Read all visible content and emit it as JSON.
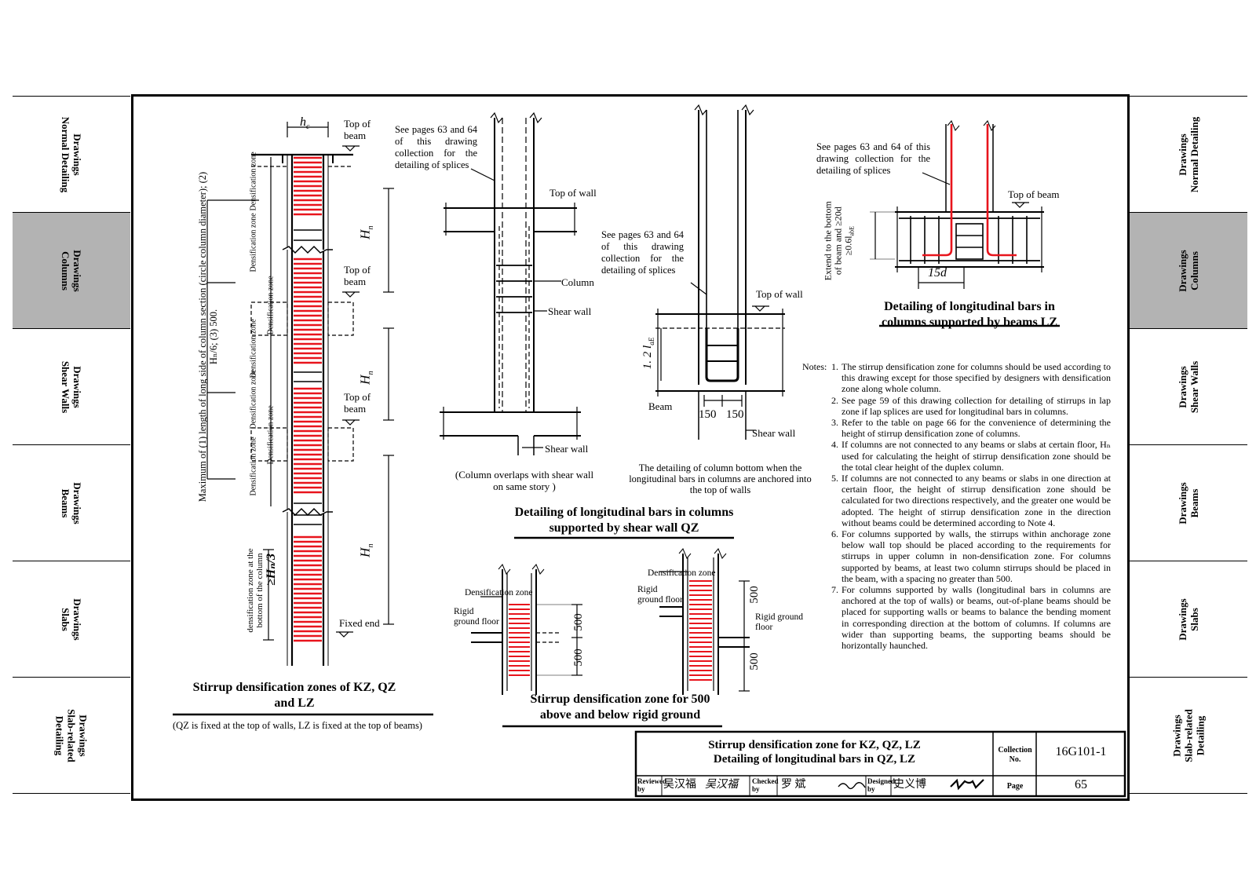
{
  "tabs": [
    {
      "line1": "Drawings",
      "line2": "Normal Detailing",
      "line3": ""
    },
    {
      "line1": "Drawings",
      "line2": "Columns",
      "line3": ""
    },
    {
      "line1": "Drawings",
      "line2": "Shear Walls",
      "line3": ""
    },
    {
      "line1": "Drawings",
      "line2": "Beams",
      "line3": ""
    },
    {
      "line1": "Drawings",
      "line2": "Slabs",
      "line3": ""
    },
    {
      "line1": "Drawings",
      "line2": "Slab-related",
      "line3": "Detailing"
    }
  ],
  "active_tab": 1,
  "colors": {
    "rebar": "#e8141c",
    "line": "#000000",
    "active_tab": "#b3b3b3"
  },
  "left_diagram": {
    "hc": "h",
    "hc_sub": "c",
    "top_of_beam": "Top of beam",
    "hn": "H",
    "hn_sub": "n",
    "densification_zone": "Densification zone",
    "max_text": "Maximum of (1) length of long side of column section (circle column diameter); (2) Hₙ/6; (3) 500.",
    "bottom_zone_text": "densification zone at the bottom of the column",
    "bottom_zone_value": "≥Hₙ/3",
    "fixed_end": "Fixed end",
    "title": "Stirrup densification zones of KZ, QZ and LZ",
    "subtitle": "(QZ is fixed at the top of walls, LZ is fixed at the top of beams)"
  },
  "qz_diagram": {
    "splice_note": "See pages 63 and 64 of this drawing collection for the detailing of splices",
    "top_of_wall": "Top of wall",
    "column": "Column",
    "shear_wall": "Shear wall",
    "shear_wall_2": "Shear wall",
    "caption": "(Column overlaps with shear wall on same story )",
    "splice_note_2": "See pages 63 and 64 of this drawing collection for the detailing of splices",
    "top_of_wall_2": "Top of wall",
    "lae": "1. 2 l",
    "lae_sub": "aE",
    "beam": "Beam",
    "dim_150a": "150",
    "dim_150b": "150",
    "shear_wall_3": "Shear wall",
    "caption_2": "The detailing of column bottom when the longitudinal bars in columns are anchored into the top of walls",
    "title": "Detailing of longitudinal bars in columns supported by shear wall QZ"
  },
  "ground_diagram": {
    "densification_zone": "Densification zone",
    "densification_zone_2": "Densification zone",
    "rigid_ground_floor": "Rigid ground floor",
    "rigid_ground_floor_2": "Rigid ground floor",
    "rigid_ground_floor_3": "Rigid ground floor",
    "dim_500_1": "500",
    "dim_500_2": "500",
    "dim_500_3": "500",
    "dim_500_4": "500",
    "title": "Stirrup densification zone for 500 above and below rigid ground"
  },
  "lz_diagram": {
    "splice_note": "See pages 63 and 64 of this drawing collection for the detailing of splices",
    "top_of_beam": "Top of beam",
    "extend_text": "Extend to the bottom of beam and ≥20d ≥0.6l",
    "extend_sub": "abE",
    "dim_15d": "15d",
    "title": "Detailing of longitudinal bars in columns supported by beams LZ"
  },
  "notes": {
    "heading": "Notes:",
    "items": [
      "The stirrup densification zone for columns should be used according to this drawing except for those specified by designers with densification zone along whole column.",
      "See page 59 of this drawing collection for detailing of stirrups in lap zone if lap splices are used for longitudinal bars in columns.",
      "Refer to the table on page 66 for the convenience of determining the height of stirrup densification zone of columns.",
      "If columns are not connected to any beams or slabs at certain floor, Hₙ used for calculating the height of stirrup densification zone should be the total clear height of the duplex column.",
      "If columns are not connected to any beams or slabs in one direction at certain floor, the height of stirrup densification zone should be calculated for two directions respectively, and the greater one would be adopted. The height of stirrup densification zone in the direction without beams could be determined according to Note 4.",
      "For columns supported by walls, the stirrups within anchorage zone below wall top should be placed according to the requirements for stirrups in upper column in non-densification zone. For columns supported by beams, at least two column stirrups should be placed in the beam, with a spacing no greater than 500.",
      "For columns supported by walls (longitudinal bars in columns are anchored at the top of walls) or beams, out-of-plane beams should be placed for supporting walls or beams to balance the bending moment in corresponding direction at the bottom of columns. If columns are wider than supporting beams, the supporting beams should be horizontally haunched."
    ]
  },
  "title_block": {
    "title_line1": "Stirrup densification zone for KZ, QZ, LZ",
    "title_line2": "Detailing of longitudinal bars in QZ, LZ",
    "collection_label": "Collection No.",
    "collection_no": "16G101-1",
    "page_label": "Page",
    "page_no": "65",
    "reviewed_label": "Reviewed by",
    "reviewed_name": "吴汉福",
    "checked_label": "Checked by",
    "checked_name": "罗 斌",
    "designed_label": "Designed by",
    "designed_name": "史义博"
  }
}
